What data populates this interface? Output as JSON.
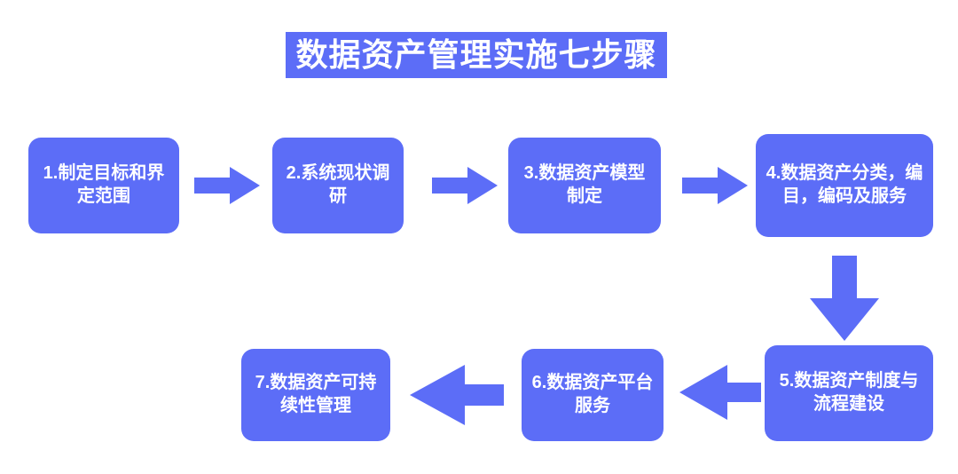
{
  "diagram": {
    "title": "数据资产管理实施七步骤",
    "accent_color": "#5C6DF7",
    "background_color": "#FFFFFF",
    "text_color": "#FFFFFF",
    "type": "process-flowchart",
    "step_count": 7,
    "steps": [
      {
        "number": "1",
        "label": "1.制定目标和界定范围"
      },
      {
        "number": "2",
        "label": "2.系统现状调研"
      },
      {
        "number": "3",
        "label": "3.数据资产模型制定"
      },
      {
        "number": "4",
        "label": "4.数据资产分类，编目，编码及服务"
      },
      {
        "number": "5",
        "label": "5.数据资产制度与流程建设"
      },
      {
        "number": "6",
        "label": "6.数据资产平台服务"
      },
      {
        "number": "7",
        "label": "7.数据资产可持续性管理"
      }
    ],
    "connectors": [
      {
        "from": "1",
        "to": "2",
        "direction": "right"
      },
      {
        "from": "2",
        "to": "3",
        "direction": "right"
      },
      {
        "from": "3",
        "to": "4",
        "direction": "right"
      },
      {
        "from": "4",
        "to": "5",
        "direction": "down"
      },
      {
        "from": "5",
        "to": "6",
        "direction": "left"
      },
      {
        "from": "6",
        "to": "7",
        "direction": "left"
      }
    ]
  }
}
